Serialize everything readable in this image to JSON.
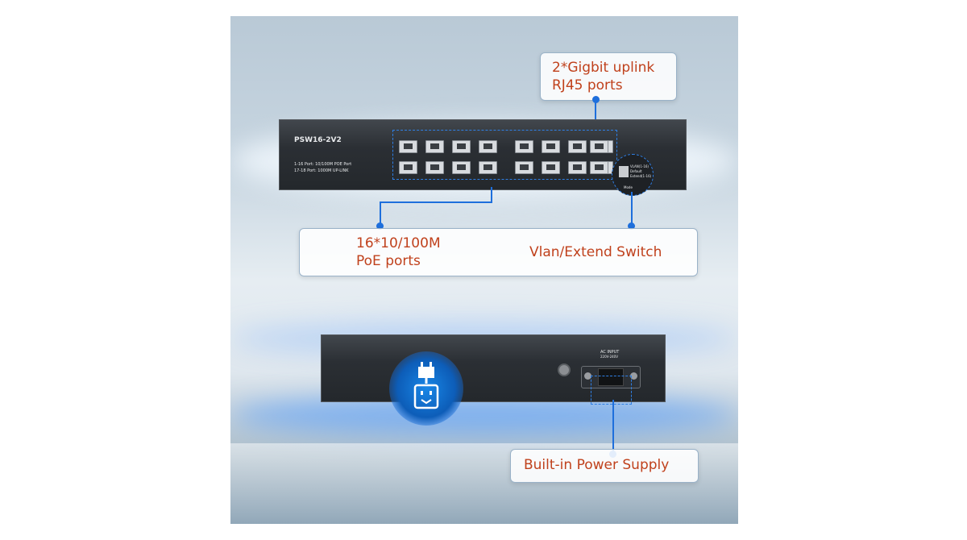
{
  "front_panel": {
    "model": "PSW16-2V2",
    "port_info_line1": "1-16 Port: 10/100M POE Port",
    "port_info_line2": "17-18 Port: 1000M UP-LINK",
    "dip_labels": [
      "VLAN(1-16)",
      "Default",
      "Extend(1-16)"
    ],
    "mode_label": "Mode"
  },
  "rear_panel": {
    "ac_input_label": "AC INPUT",
    "ac_voltage": "220V-240V"
  },
  "callouts": {
    "uplink": [
      "2*Gigbit uplink",
      "RJ45 ports"
    ],
    "poe_ports": [
      "16*10/100M",
      "PoE ports"
    ],
    "vlan_switch": "Vlan/Extend Switch",
    "power_supply": "Built-in Power Supply"
  },
  "colors": {
    "accent_line": "#1e6fdc",
    "callout_text": "#c0411c",
    "switch_body": "#2b2f34"
  },
  "icons": [
    "power-plug-icon"
  ]
}
